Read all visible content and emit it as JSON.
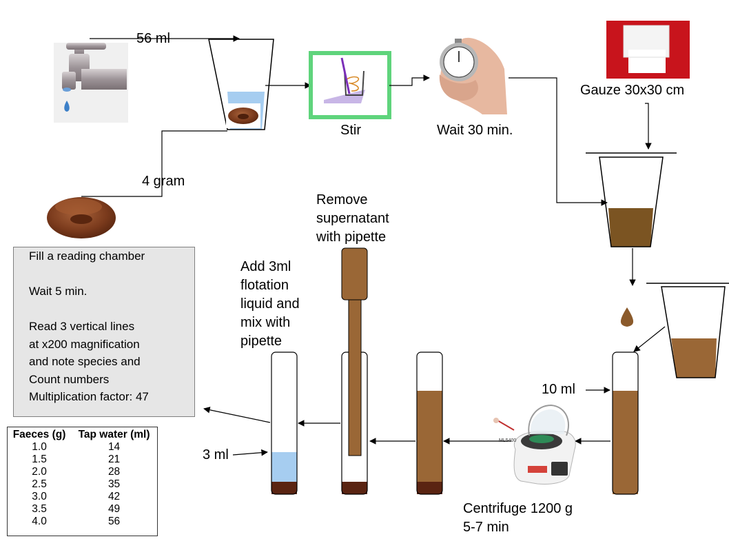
{
  "labels": {
    "water_volume": "56 ml",
    "faeces_mass": "4 gram",
    "stir": "Stir",
    "wait_30": "Wait 30 min.",
    "gauze": "Gauze 30x30 cm",
    "remove_supernatant": "Remove\nsupernatant\nwith pipette",
    "add_flotation": "Add 3ml\nflotation\nliquid and\nmix with\npipette",
    "ten_ml": "10 ml",
    "three_ml": "3 ml",
    "centrifuge": "Centrifuge 1200 g\n5-7 min",
    "centrifuge_model": "ML5400"
  },
  "instructions": [
    "Fill a reading chamber",
    "",
    "Wait 5 min.",
    "",
    "Read 3 vertical lines",
    "at x200 magnification",
    "and note species and",
    "Count numbers",
    "Multiplication factor: 47"
  ],
  "ratio_table": {
    "headers": [
      "Faeces (g)",
      "Tap water (ml)"
    ],
    "rows": [
      [
        "1.0",
        "14"
      ],
      [
        "1.5",
        "21"
      ],
      [
        "2.0",
        "28"
      ],
      [
        "2.5",
        "35"
      ],
      [
        "3.0",
        "42"
      ],
      [
        "3.5",
        "49"
      ],
      [
        "4.0",
        "56"
      ]
    ]
  },
  "colors": {
    "faeces_liquid": "#9a6736",
    "sediment": "#5a2412",
    "water": "#a6cdf0",
    "stir_frame": "#5fd47c",
    "gauze_bg": "#c8141c",
    "box_fill": "#e6e6e6"
  },
  "icons": [
    "tap-icon",
    "faeces-icon",
    "stir-icon",
    "stopwatch-icon",
    "gauze-icon",
    "droplet-icon",
    "centrifuge-icon",
    "pipette-icon"
  ]
}
